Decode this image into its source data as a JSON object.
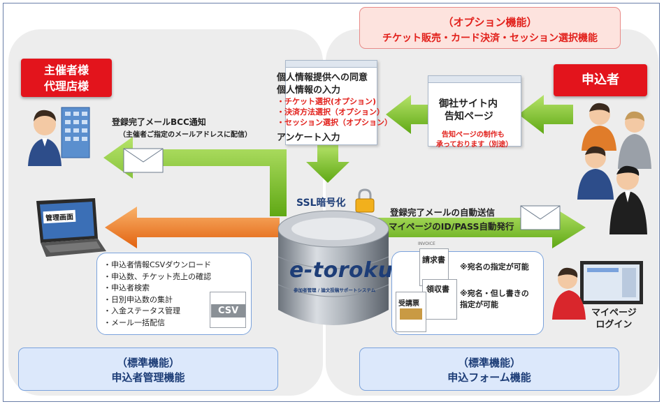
{
  "option": {
    "line1": "（オプション機能）",
    "line2": "チケット販売・カード決済・セッション選択機能"
  },
  "organizer": {
    "line1": "主催者様",
    "line2": "代理店様"
  },
  "applicant": {
    "label": "申込者"
  },
  "form_panel": {
    "title1": "個人情報提供への同意",
    "title2": "個人情報の入力",
    "options": [
      "・チケット選択(オプション)",
      "・決済方法選択（オプション）",
      "・セッション選択（オプション）"
    ],
    "survey": "アンケート入力"
  },
  "notice": {
    "line1": "御社サイト内",
    "line2": "告知ページ",
    "note1": "告知ページの制作も",
    "note2": "承っております（別途）"
  },
  "bcc": {
    "line1": "登録完了メールBCC通知",
    "line2": "（主催者ご指定のメールアドレスに配信）"
  },
  "ssl": {
    "label": "SSL暗号化"
  },
  "auto_mail": {
    "line1": "登録完了メールの自動送信",
    "line2": "マイページのID/PASS自動発行"
  },
  "laptop": {
    "screen_label": "管理画面"
  },
  "admin_features": [
    "・申込者情報CSVダウンロード",
    "・申込数、チケット売上の確認",
    "・申込者検索",
    "・日別申込数の集計",
    "・入金ステータス管理",
    "・メール一括配信"
  ],
  "csv": {
    "label": "CSV"
  },
  "logo": {
    "main": "e-toroku",
    "sub": "参加者管理 / 論文投稿サポートシステム"
  },
  "documents": {
    "invoice": "請求書",
    "receipt": "領収書",
    "ticket": "受講票",
    "note1": "※宛名の指定が可能",
    "note2a": "※宛名・但し書きの",
    "note2b": "指定が可能",
    "invoice_small": "INVOICE"
  },
  "mypage": {
    "line1": "マイページ",
    "line2": "ログイン"
  },
  "standard_left": {
    "line1": "（標準機能）",
    "line2": "申込者管理機能"
  },
  "standard_right": {
    "line1": "（標準機能）",
    "line2": "申込フォーム機能"
  },
  "colors": {
    "accent_red": "#e3141c",
    "arrow_green": "#7ec81f",
    "arrow_orange": "#f07f1f",
    "std_blue": "#1d3d77"
  }
}
